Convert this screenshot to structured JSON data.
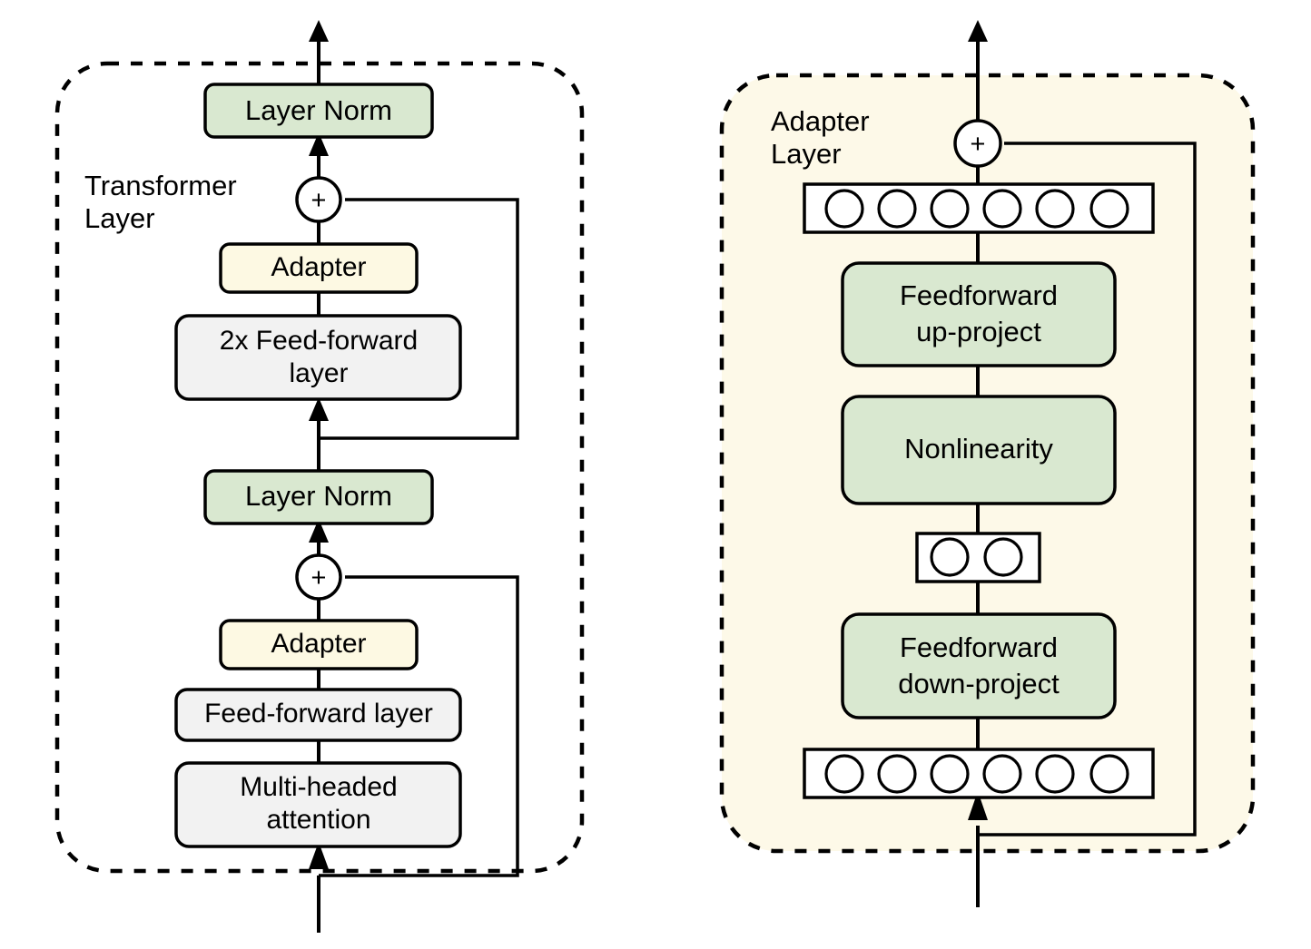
{
  "figure": {
    "background": "#ffffff",
    "colors": {
      "green_fill": "#d9e8d0",
      "cream_fill": "#fdf9e3",
      "gray_fill": "#f2f2f2",
      "panel_fill_right": "#fdf9e8",
      "white_fill": "#ffffff",
      "stroke": "#000000"
    }
  },
  "left_panel": {
    "caption_line1": "Transformer",
    "caption_line2": "Layer",
    "nodes": {
      "top_layer_norm": "Layer Norm",
      "top_adder": "+",
      "top_adapter": "Adapter",
      "two_x_feed_forward_line1": "2x Feed-forward",
      "two_x_feed_forward_line2": "layer",
      "mid_layer_norm": "Layer Norm",
      "bottom_adder": "+",
      "bottom_adapter": "Adapter",
      "feed_forward_layer": "Feed-forward layer",
      "multi_headed_attention_line1": "Multi-headed",
      "multi_headed_attention_line2": "attention"
    }
  },
  "right_panel": {
    "caption_line1": "Adapter",
    "caption_line2": "Layer",
    "nodes": {
      "adder": "+",
      "feedforward_up_line1": "Feedforward",
      "feedforward_up_line2": "up-project",
      "nonlinearity": "Nonlinearity",
      "feedforward_down_line1": "Feedforward",
      "feedforward_down_line2": "down-project"
    },
    "neuron_rows": {
      "top_count": 6,
      "bottleneck_count": 2,
      "bottom_count": 6
    }
  }
}
